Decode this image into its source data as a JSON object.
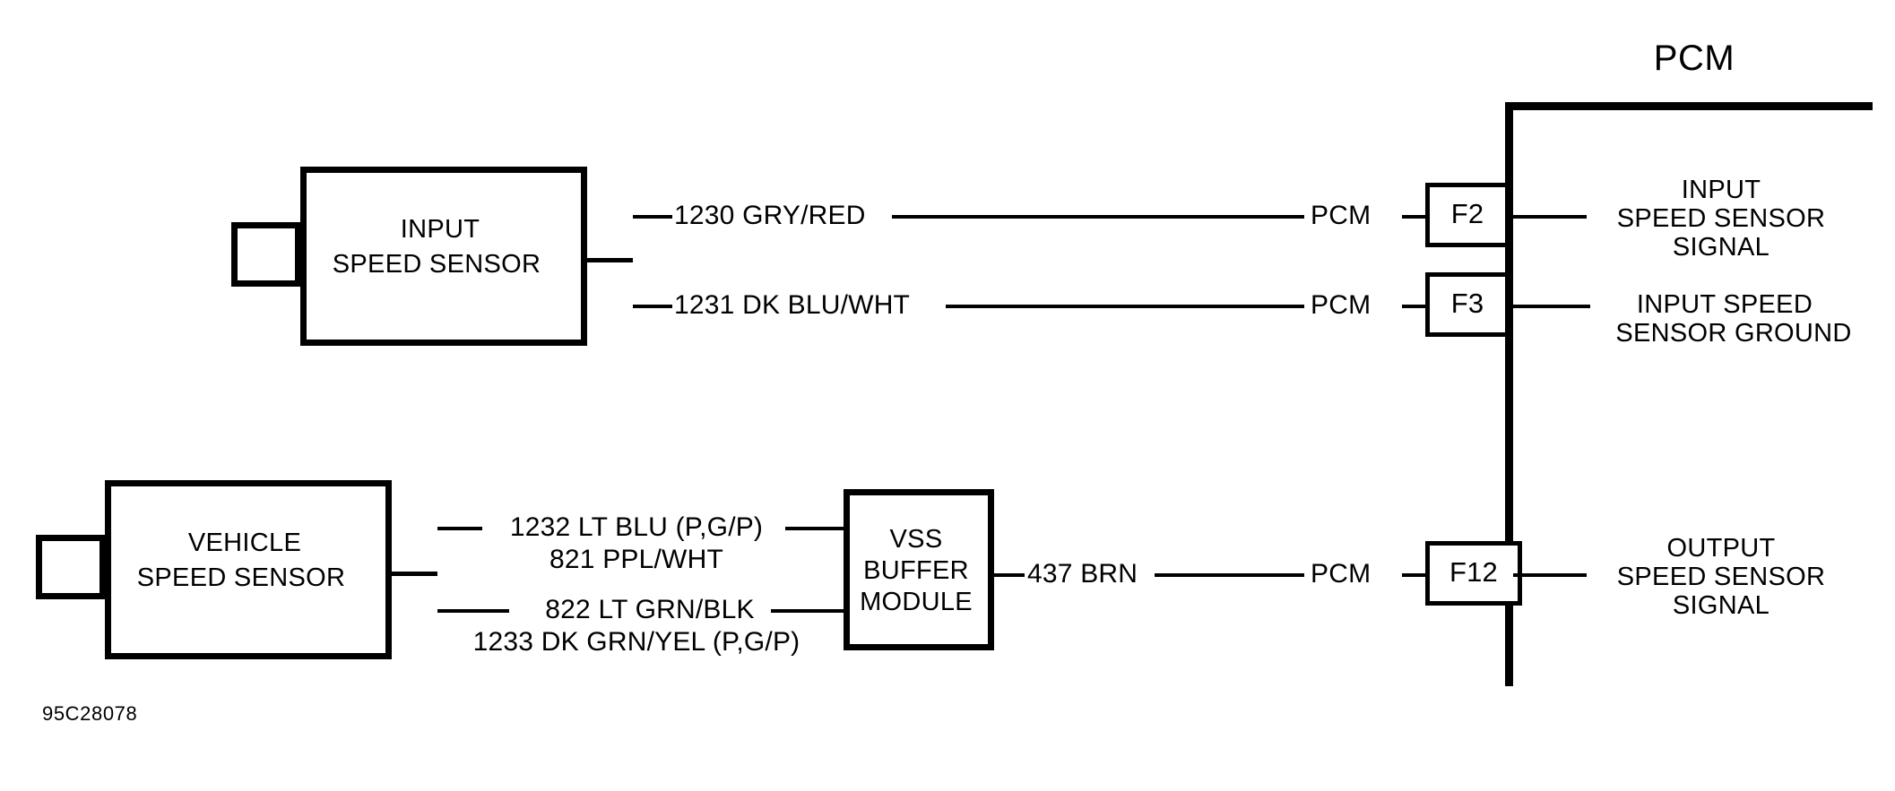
{
  "figure": {
    "title": "PCM",
    "code": "95C28078"
  },
  "components": {
    "input_speed_sensor": {
      "line1": "INPUT",
      "line2": "SPEED SENSOR"
    },
    "vehicle_speed_sensor": {
      "line1": "VEHICLE",
      "line2": "SPEED SENSOR"
    },
    "vss_buffer_module": {
      "line1": "VSS",
      "line2": "BUFFER",
      "line3": "MODULE"
    }
  },
  "wires": {
    "input_signal": "1230 GRY/RED",
    "input_ground": "1231 DK BLU/WHT",
    "vss_upper_a": "1232 LT BLU (P,G/P)",
    "vss_upper_b": "821 PPL/WHT",
    "vss_lower_a": "822 LT GRN/BLK",
    "vss_lower_b": "1233 DK GRN/YEL (P,G/P)",
    "buffer_output": "437 BRN"
  },
  "pcm": {
    "connector_tag": "PCM",
    "terminals": [
      {
        "pin": "F2",
        "connector_tag": "PCM",
        "function_lines": [
          "INPUT",
          "SPEED SENSOR",
          "SIGNAL"
        ]
      },
      {
        "pin": "F3",
        "connector_tag": "PCM",
        "function_lines": [
          "INPUT SPEED",
          "SENSOR GROUND"
        ]
      },
      {
        "pin": "F12",
        "connector_tag": "PCM",
        "function_lines": [
          "OUTPUT",
          "SPEED SENSOR",
          "SIGNAL"
        ]
      }
    ]
  },
  "colors": {
    "ink": "#000000",
    "paper": "#ffffff"
  }
}
